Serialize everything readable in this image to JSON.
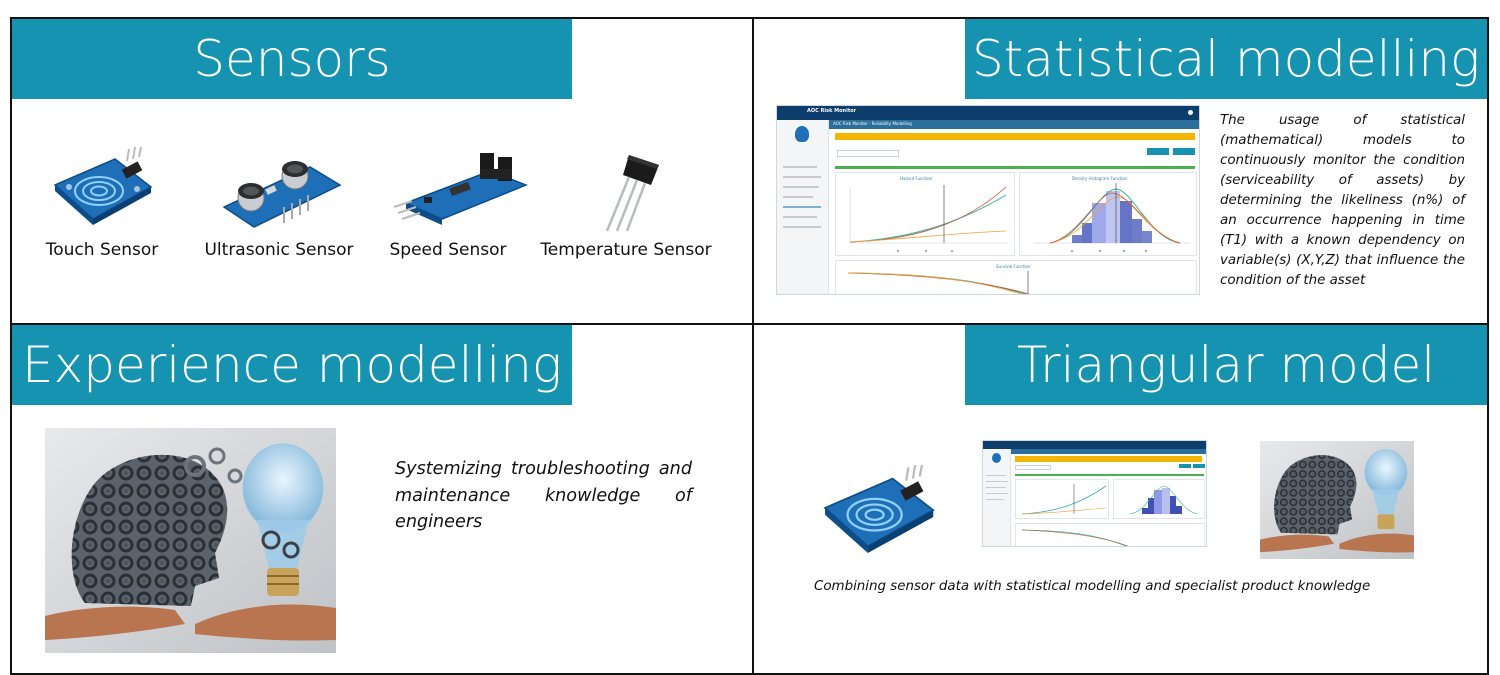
{
  "sensors": {
    "title": "Sensors",
    "items": [
      {
        "label": "Touch Sensor",
        "icon": "touch-sensor-icon"
      },
      {
        "label": "Ultrasonic Sensor",
        "icon": "ultrasonic-sensor-icon"
      },
      {
        "label": "Speed Sensor",
        "icon": "speed-sensor-icon"
      },
      {
        "label": "Temperature Sensor",
        "icon": "temperature-sensor-icon"
      }
    ]
  },
  "statistical": {
    "title": "Statistical modelling",
    "description": "The usage of statistical (mathematical) models to continuously monitor the condition (serviceability of assets) by determining the likeliness (n%) of an occurrence happening in time (T1) with a known dependency on variable(s) (X,Y,Z) that influence the condition of the asset",
    "dashboard": {
      "app_title": "AOC Risk Monitor",
      "page": "AOC Risk Monitor - Reliability Modelling",
      "panels": [
        "Hazard Function",
        "Density Histogram Function",
        "Survival Function"
      ],
      "legend_hazard": [
        "Weibull",
        "Normal",
        "Lognormal"
      ],
      "legend_density": [
        "Density Histogram",
        "Weibull",
        "Normal",
        "Lognormal"
      ]
    }
  },
  "experience": {
    "title": "Experience modelling",
    "description": "Systemizing troubleshooting and maintenance knowledge of engineers",
    "image": "gears-head-lightbulb-hands-image"
  },
  "triangular": {
    "title": "Triangular model",
    "caption": "Combining sensor data with statistical modelling and specialist product knowledge"
  },
  "colors": {
    "banner": "#1593b1",
    "sensor_board": "#1f6fb8",
    "dash_header": "#0d3d6b",
    "warning": "#f5b400",
    "histogram": "#3f51b5"
  }
}
